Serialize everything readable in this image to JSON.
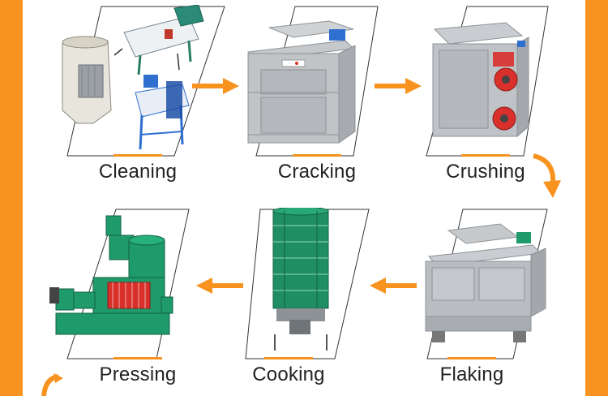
{
  "colors": {
    "accent": "#f7931e",
    "frame_line": "#333333",
    "label_text": "#222222",
    "machine_grey": "#b9bcbf",
    "machine_green": "#1f9a6a",
    "machine_red": "#d9302b",
    "machine_blue": "#2f6fd0"
  },
  "steps": [
    {
      "label": "Cleaning",
      "icon": "cleaning-machine-image"
    },
    {
      "label": "Cracking",
      "icon": "cracking-machine-image"
    },
    {
      "label": "Crushing",
      "icon": "crushing-machine-image"
    },
    {
      "label": "Flaking",
      "icon": "flaking-machine-image"
    },
    {
      "label": "Cooking",
      "icon": "cooking-machine-image"
    },
    {
      "label": "Pressing",
      "icon": "pressing-machine-image"
    }
  ],
  "arrows": [
    {
      "name": "arrow-right-icon"
    },
    {
      "name": "arrow-right-icon"
    },
    {
      "name": "curved-arrow-down-icon"
    },
    {
      "name": "arrow-left-icon"
    },
    {
      "name": "arrow-left-icon"
    },
    {
      "name": "curved-arrow-icon"
    }
  ]
}
